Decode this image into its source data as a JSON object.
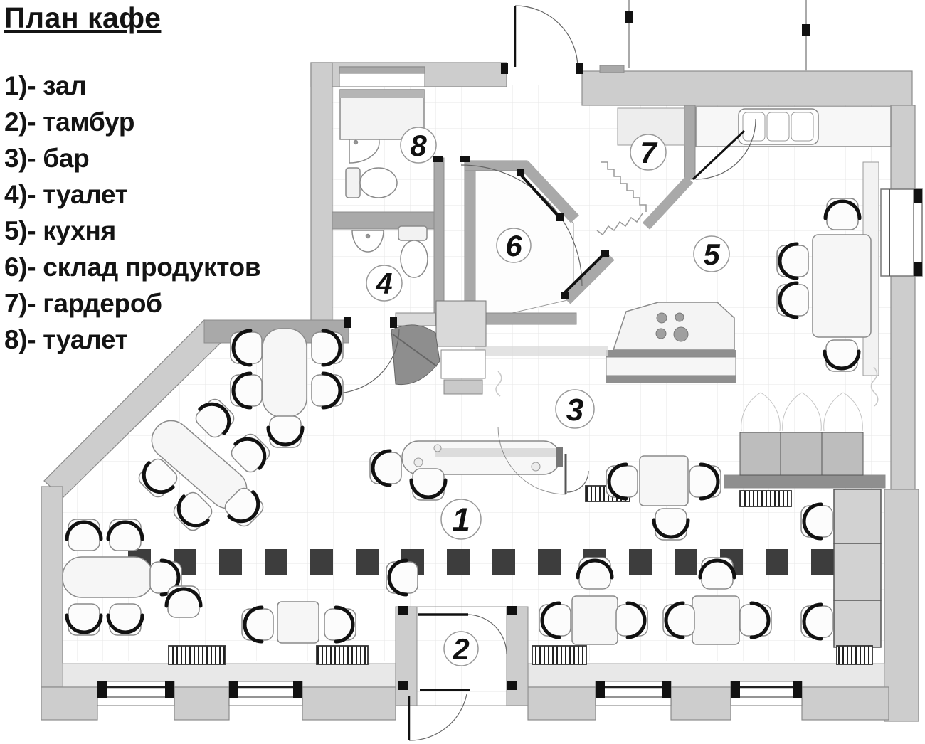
{
  "title": "План кафе",
  "legend": {
    "items": [
      "1)- зал",
      "2)- тамбур",
      "3)- бар",
      "4)- туалет",
      "5)- кухня",
      "6)- склад продуктов",
      "7)- гардероб",
      "8)- туалет"
    ]
  },
  "rooms": [
    {
      "number": "1",
      "name": "зал"
    },
    {
      "number": "2",
      "name": "тамбур"
    },
    {
      "number": "3",
      "name": "бар"
    },
    {
      "number": "4",
      "name": "туалет"
    },
    {
      "number": "5",
      "name": "кухня"
    },
    {
      "number": "6",
      "name": "склад продуктов"
    },
    {
      "number": "7",
      "name": "гардероб"
    },
    {
      "number": "8",
      "name": "туалет"
    }
  ],
  "colors": {
    "wall": "#cdcdcd",
    "partition": "#a9a9a9",
    "floor_grid": "#e7e7e7",
    "stripe": "#3d3d3d",
    "line": "#111111"
  }
}
